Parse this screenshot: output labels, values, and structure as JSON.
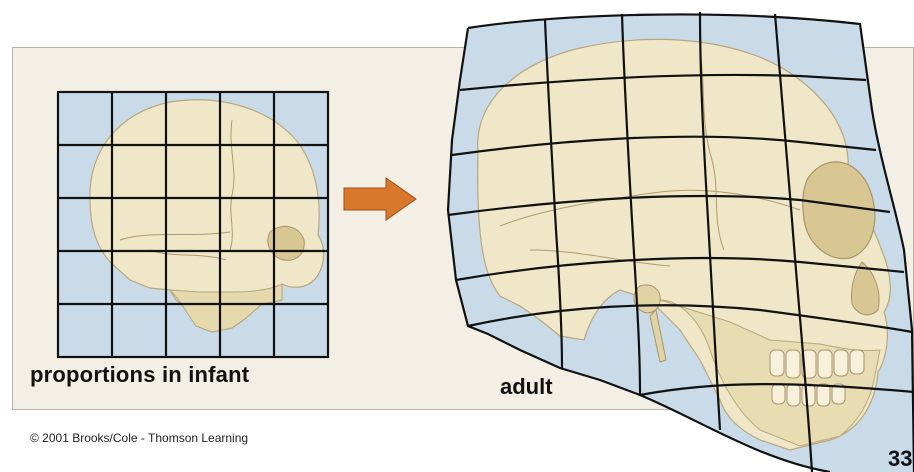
{
  "labels": {
    "infant": "proportions in infant",
    "adult": "adult"
  },
  "footer": {
    "copyright": "© 2001 Brooks/Cole - Thomson Learning",
    "page_number": "33"
  },
  "colors": {
    "panel_background": "#f3efe4",
    "grid_cell": "#c9dbe9",
    "bone": "#f0e7c8",
    "bone_shadow": "#d9c99a",
    "arrow": "#d9782b",
    "grid_line": "#111111"
  }
}
